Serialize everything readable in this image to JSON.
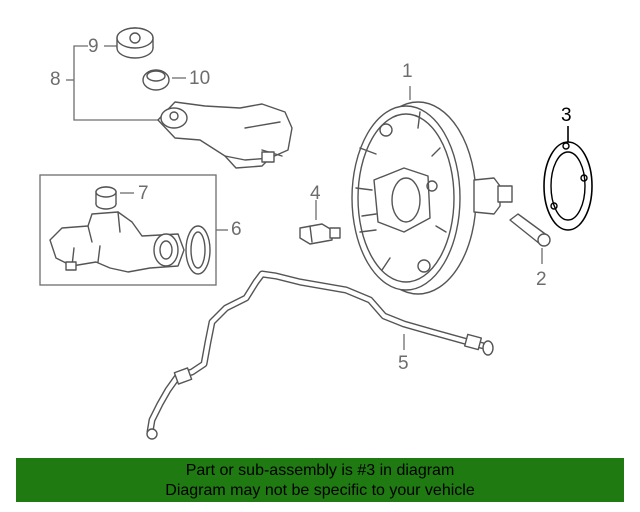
{
  "callouts": {
    "c1": "1",
    "c2": "2",
    "c3": "3",
    "c4": "4",
    "c5": "5",
    "c6": "6",
    "c7": "7",
    "c8": "8",
    "c9": "9",
    "c10": "10"
  },
  "colors": {
    "banner_bg": "#1f7a12",
    "line": "#555555",
    "highlight": "#000000"
  },
  "banner": {
    "line1": "Part or sub-assembly is #3 in diagram",
    "line2": "Diagram may not be specific to your vehicle"
  }
}
